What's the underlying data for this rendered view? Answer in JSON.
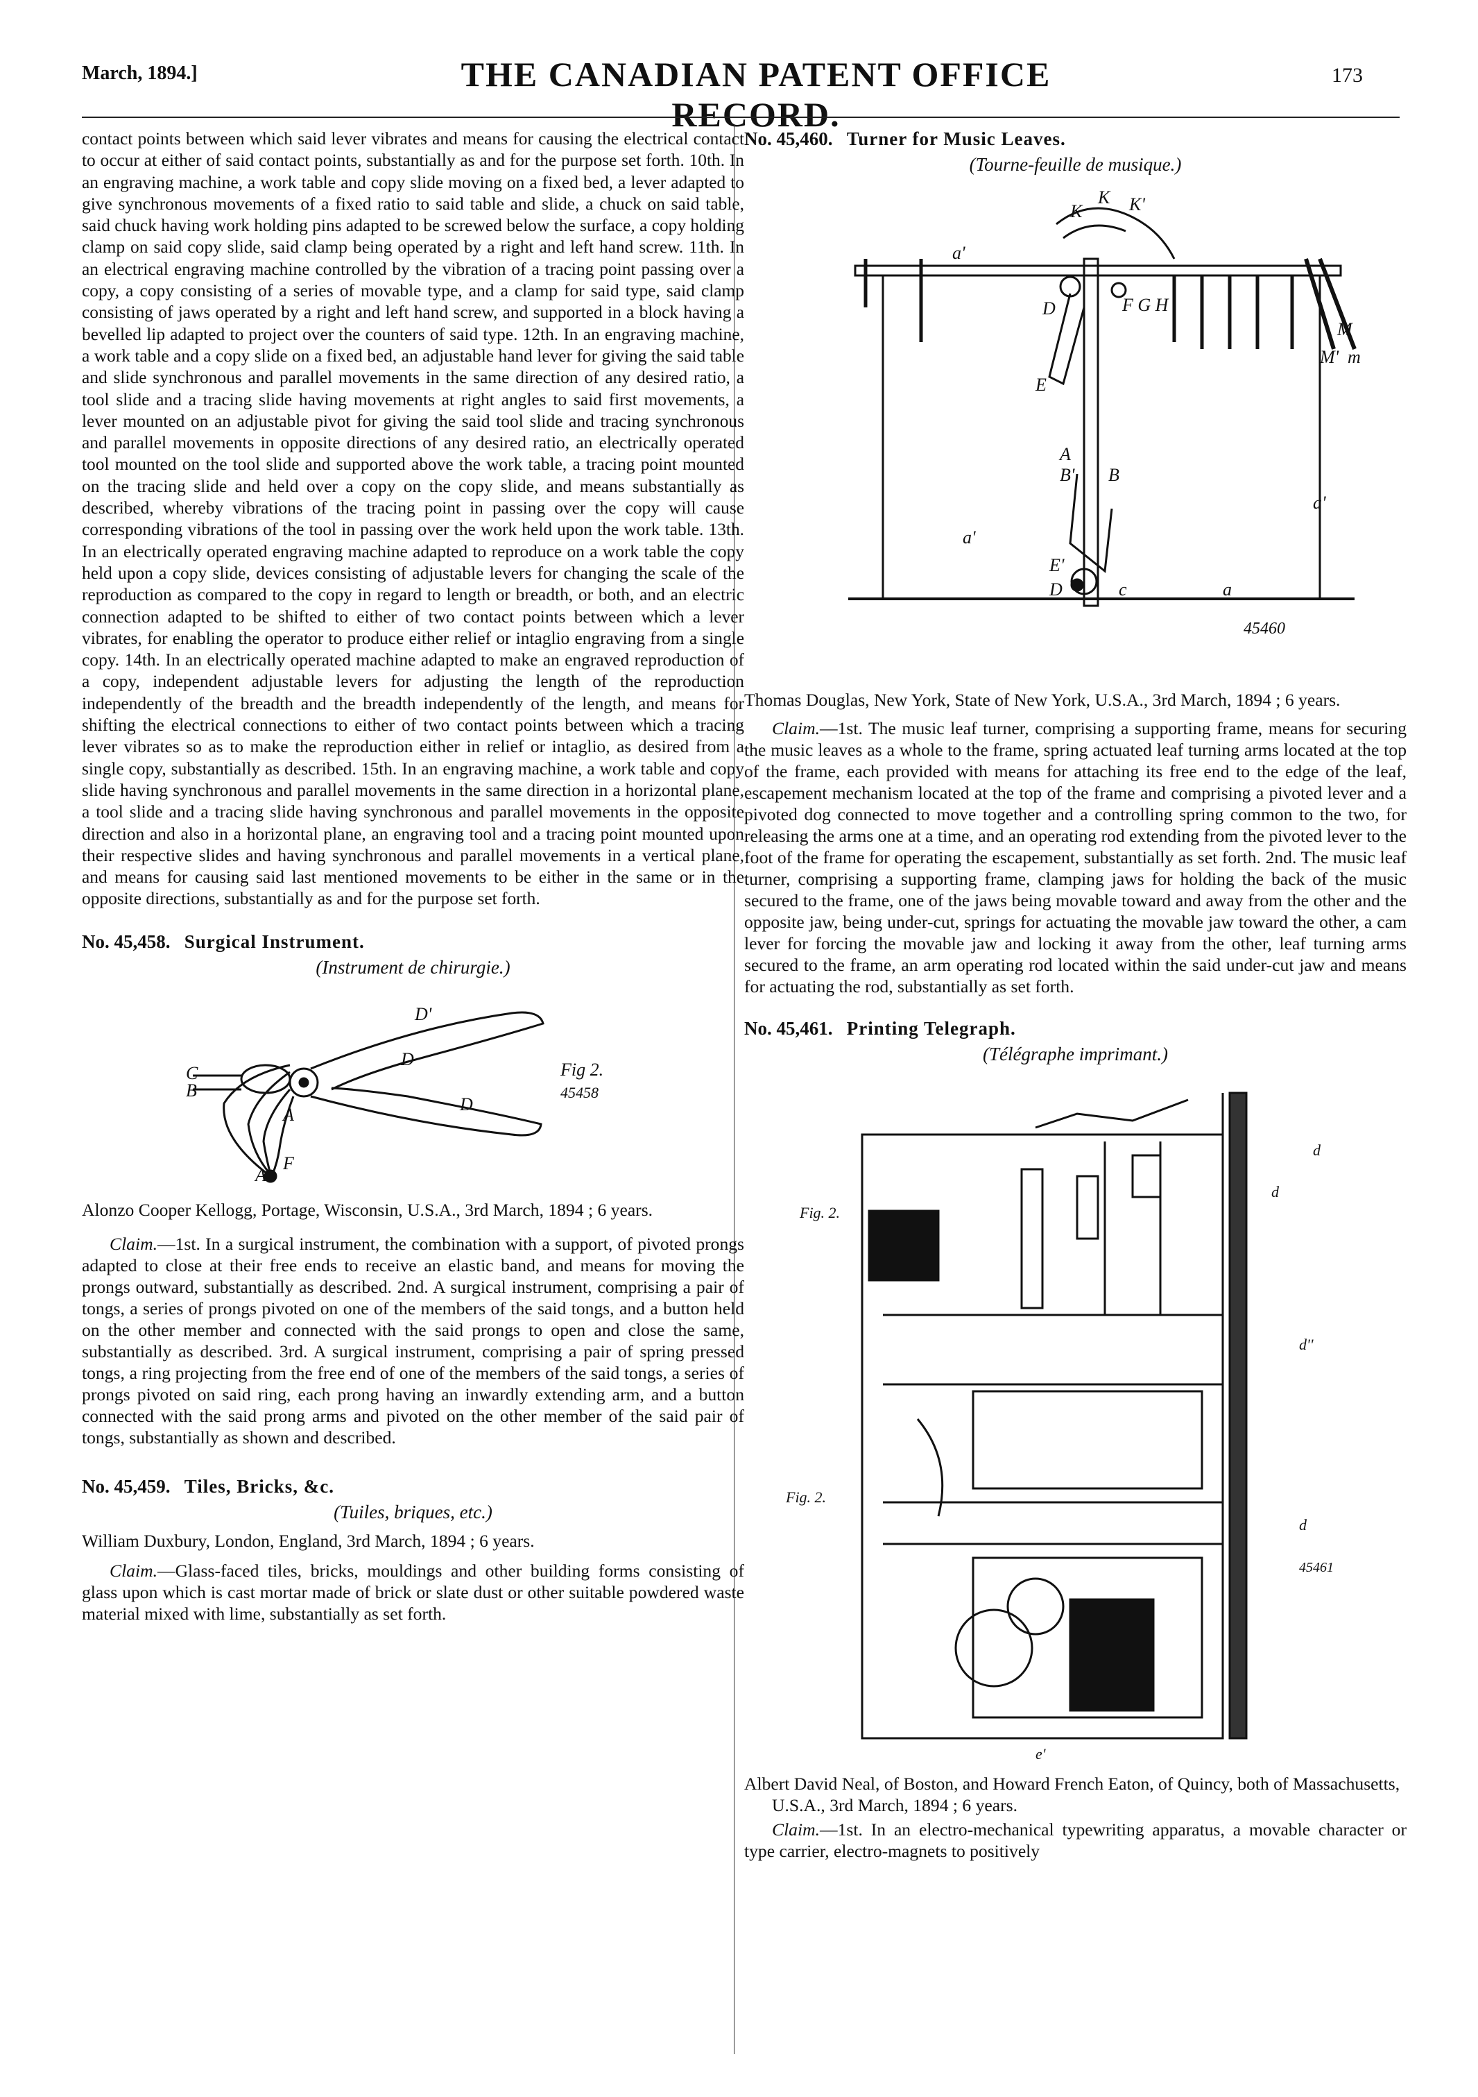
{
  "header": {
    "date": "March, 1894.]",
    "title": "THE CANADIAN PATENT OFFICE RECORD.",
    "page_number": "173"
  },
  "left_column": {
    "continuation_text": "contact points between which said lever vibrates and means for causing the electrical contact to occur at either of said contact points, substantially as and for the purpose set forth. 10th. In an engraving machine, a work table and copy slide moving on a fixed bed, a lever adapted to give synchronous movements of a fixed ratio to said table and slide, a chuck on said table, said chuck having work holding pins adapted to be screwed below the surface, a copy holding clamp on said copy slide, said clamp being operated by a right and left hand screw. 11th. In an electrical engraving machine controlled by the vibration of a tracing point passing over a copy, a copy consisting of a series of movable type, and a clamp for said type, said clamp consisting of jaws operated by a right and left hand screw, and supported in a block having a bevelled lip adapted to project over the counters of said type. 12th. In an engraving machine, a work table and a copy slide on a fixed bed, an adjustable hand lever for giving the said table and slide synchronous and parallel movements in the same direction of any desired ratio, a tool slide and a tracing slide having movements at right angles to said first movements, a lever mounted on an adjustable pivot for giving the said tool slide and tracing synchronous and parallel movements in opposite directions of any desired ratio, an electrically operated tool mounted on the tool slide and supported above the work table, a tracing point mounted on the tracing slide and held over a copy on the copy slide, and means substantially as described, whereby vibrations of the tracing point in passing over the copy will cause corresponding vibrations of the tool in passing over the work held upon the work table. 13th. In an electrically operated engraving machine adapted to reproduce on a work table the copy held upon a copy slide, devices consisting of adjustable levers for changing the scale of the reproduction as compared to the copy in regard to length or breadth, or both, and an electric connection adapted to be shifted to either of two contact points between which a lever vibrates, for enabling the operator to produce either relief or intaglio engraving from a single copy. 14th. In an electrically operated machine adapted to make an engraved reproduction of a copy, independent adjustable levers for adjusting the length of the reproduction independently of the breadth and the breadth independently of the length, and means for shifting the electrical connections to either of two contact points between which a tracing lever vibrates so as to make the reproduction either in relief or intaglio, as desired from a single copy, substantially as described. 15th. In an engraving machine, a work table and copy slide having synchronous and parallel movements in the same direction in a horizontal plane, a tool slide and a tracing slide having synchronous and parallel movements in the opposite direction and also in a horizontal plane, an engraving tool and a tracing point mounted upon their respective slides and having synchronous and parallel movements in a vertical plane, and means for causing said last mentioned movements to be either in the same or in the opposite directions, substantially as and for the purpose set forth.",
    "entry_458": {
      "number": "No. 45,458.",
      "name": "Surgical Instrument.",
      "subtitle": "(Instrument de chirurgie.)",
      "figure_caption": "Fig 2.",
      "figure_number": "45458",
      "inventor": "Alonzo Cooper Kellogg, Portage, Wisconsin, U.S.A., 3rd March, 1894 ; 6 years.",
      "claim_label": "Claim.",
      "claim": "—1st. In a surgical instrument, the combination with a support, of pivoted prongs adapted to close at their free ends to receive an elastic band, and means for moving the prongs outward, substantially as described. 2nd. A surgical instrument, comprising a pair of tongs, a series of prongs pivoted on one of the members of the said tongs, and a button held on the other member and connected with the said prongs to open and close the same, substantially as described. 3rd. A surgical instrument, comprising a pair of spring pressed tongs, a ring projecting from the free end of one of the members of the said tongs, a series of prongs pivoted on said ring, each prong having an inwardly extending arm, and a button connected with the said prong arms and pivoted on the other member of the said pair of tongs, substantially as shown and described."
    },
    "entry_459": {
      "number": "No. 45,459.",
      "name": "Tiles, Bricks, &c.",
      "subtitle": "(Tuiles, briques, etc.)",
      "inventor": "William Duxbury, London, England, 3rd March, 1894 ; 6 years.",
      "claim_label": "Claim.",
      "claim": "—Glass-faced tiles, bricks, mouldings and other building forms consisting of glass upon which is cast mortar made of brick or slate dust or other suitable powdered waste material mixed with lime, substantially as set forth."
    }
  },
  "right_column": {
    "entry_460": {
      "number": "No. 45,460.",
      "name": "Turner for Music Leaves.",
      "subtitle": "(Tourne-feuille de musique.)",
      "figure_number": "45460",
      "inventor": "Thomas Douglas, New York, State of New York, U.S.A., 3rd March, 1894 ; 6 years.",
      "claim_label": "Claim.",
      "claim": "—1st. The music leaf turner, comprising a supporting frame, means for securing the music leaves as a whole to the frame, spring actuated leaf turning arms located at the top of the frame, each provided with means for attaching its free end to the edge of the leaf, escapement mechanism located at the top of the frame and comprising a pivoted lever and a pivoted dog connected to move together and a controlling spring common to the two, for releasing the arms one at a time, and an operating rod extending from the pivoted lever to the foot of the frame for operating the escapement, substantially as set forth. 2nd. The music leaf turner, comprising a supporting frame, clamping jaws for holding the back of the music secured to the frame, one of the jaws being movable toward and away from the other and the opposite jaw, being under-cut, springs for actuating the movable jaw toward the other, a cam lever for forcing the movable jaw and locking it away from the other, leaf turning arms secured to the frame, an arm operating rod located within the said under-cut jaw and means for actuating the rod, substantially as set forth."
    },
    "entry_461": {
      "number": "No. 45,461.",
      "name": "Printing Telegraph.",
      "subtitle": "(Télégraphe imprimant.)",
      "figure_caption": "Fig. 2.",
      "figure_number": "45461",
      "inventor": "Albert David Neal, of Boston, and Howard French Eaton, of Quincy, both of Massachusetts, U.S.A., 3rd March, 1894 ; 6 years.",
      "claim_label": "Claim.",
      "claim": "—1st. In an electro-mechanical typewriting apparatus, a movable character or type carrier, electro-magnets to positively"
    }
  }
}
